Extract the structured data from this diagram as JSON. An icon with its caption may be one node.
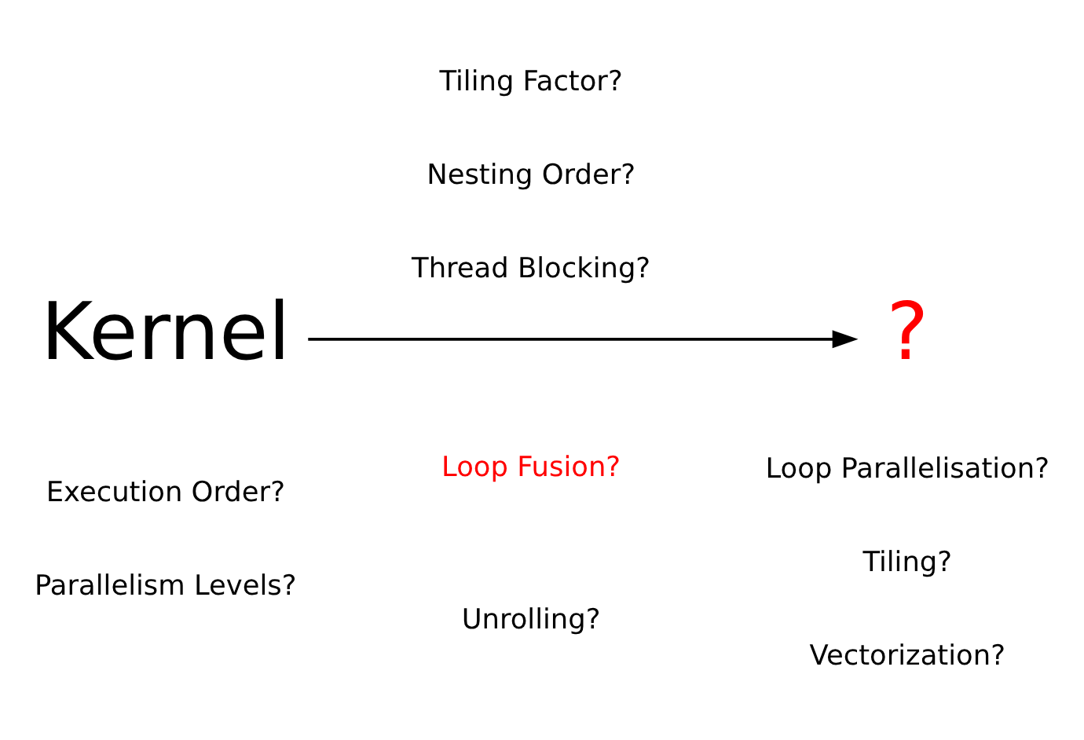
{
  "diagram": {
    "nodes": [
      {
        "text": [
          "Kernel"
        ]
      },
      {
        "text": [
          "?"
        ]
      }
    ],
    "edges": [
      {
        "from": 0,
        "to": 1,
        "arrow": "to"
      }
    ],
    "labels": [
      "Unrolling?",
      "Loop Parallelisation?",
      "Execution Order?",
      "Tiling?",
      "Loop Fusion?",
      "Thread Blocking?",
      "Vectorization?",
      "Nesting Order?",
      "Parallelism Levels?",
      "Tiling Factor?"
    ]
  }
}
